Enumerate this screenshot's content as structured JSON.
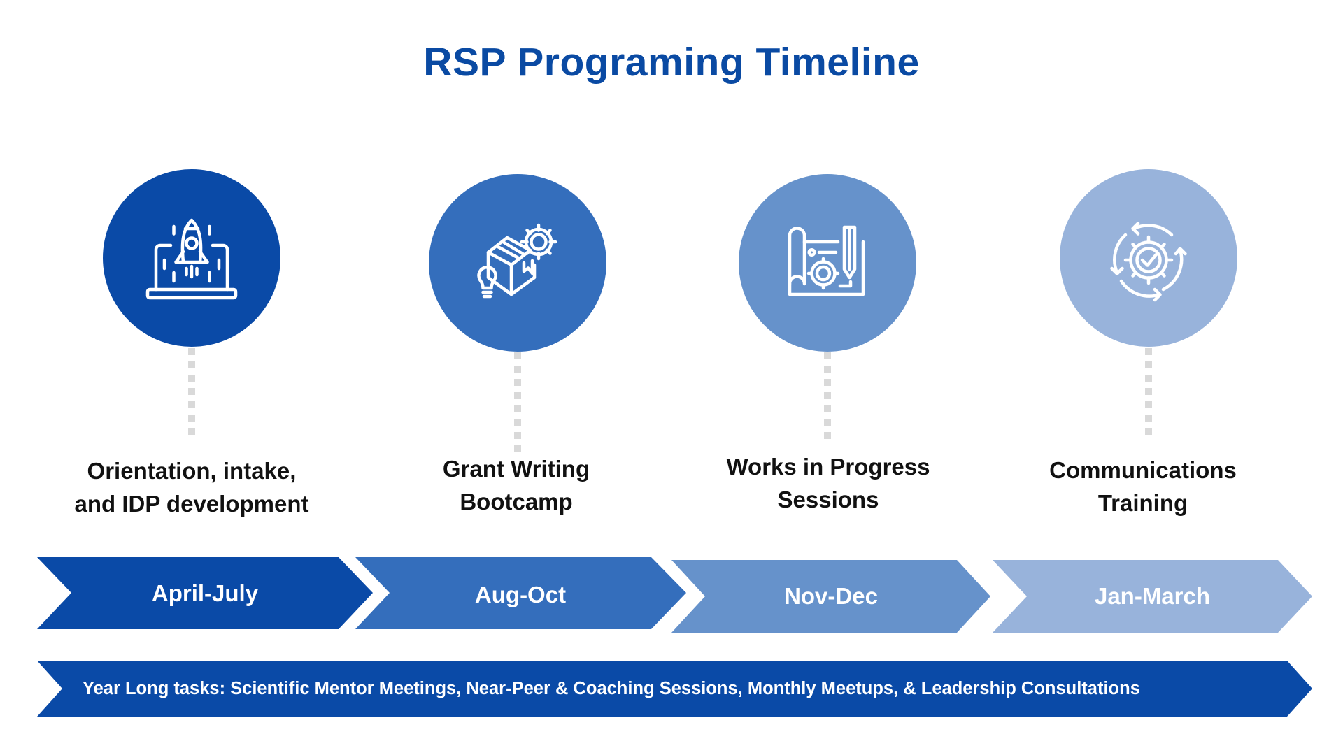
{
  "title": "RSP Programing Timeline",
  "colors": {
    "title": "#0a4aa3",
    "stage1": "#0a4aa7",
    "stage2": "#346ebc",
    "stage3": "#6692cb",
    "stage4": "#98b3db",
    "year_bar": "#0a4aa7",
    "connector": "#d9d9d9"
  },
  "stages": [
    {
      "icon": "rocket-laptop-icon",
      "label_line1": "Orientation, intake,",
      "label_line2": "and IDP development",
      "period": "April-July"
    },
    {
      "icon": "box-gear-lightbulb-icon",
      "label_line1": "Grant Writing",
      "label_line2": "Bootcamp",
      "period": "Aug-Oct"
    },
    {
      "icon": "blueprint-gear-pencil-icon",
      "label_line1": "Works in Progress",
      "label_line2": "Sessions",
      "period": "Nov-Dec"
    },
    {
      "icon": "gear-check-cycle-icon",
      "label_line1": "Communications",
      "label_line2": "Training",
      "period": "Jan-March"
    }
  ],
  "year_long": "Year Long tasks: Scientific Mentor Meetings, Near-Peer & Coaching Sessions, Monthly Meetups, & Leadership Consultations"
}
